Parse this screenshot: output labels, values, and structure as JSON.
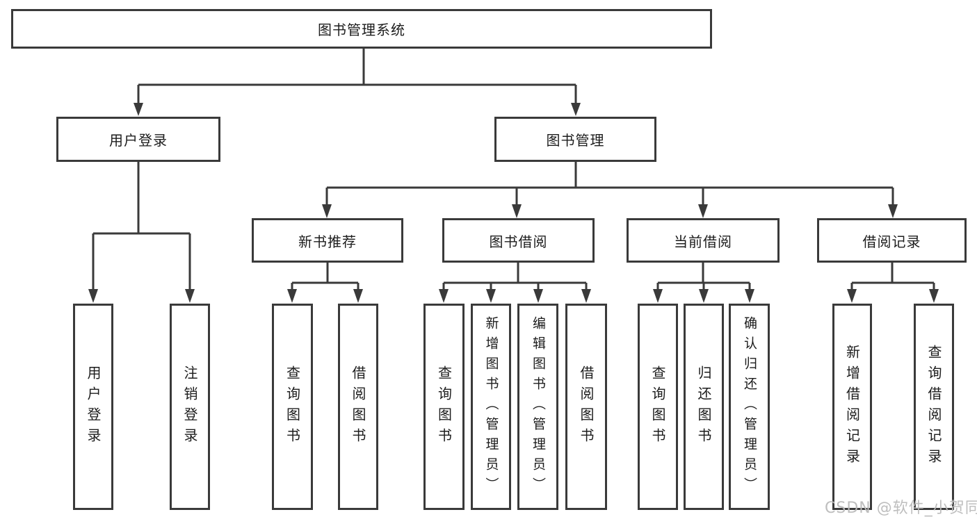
{
  "tree": {
    "label": "图书管理系统",
    "children": [
      {
        "label": "用户登录",
        "children": [
          {
            "label": "用户登录"
          },
          {
            "label": "注销登录"
          }
        ]
      },
      {
        "label": "图书管理",
        "children": [
          {
            "label": "新书推荐",
            "children": [
              {
                "label": "查询图书"
              },
              {
                "label": "借阅图书"
              }
            ]
          },
          {
            "label": "图书借阅",
            "children": [
              {
                "label": "查询图书"
              },
              {
                "label": "新增图书（管理员）"
              },
              {
                "label": "编辑图书（管理员）"
              },
              {
                "label": "借阅图书"
              }
            ]
          },
          {
            "label": "当前借阅",
            "children": [
              {
                "label": "查询图书"
              },
              {
                "label": "归还图书"
              },
              {
                "label": "确认归还（管理员）"
              }
            ]
          },
          {
            "label": "借阅记录",
            "children": [
              {
                "label": "新增借阅记录"
              },
              {
                "label": "查询借阅记录"
              }
            ]
          }
        ]
      }
    ]
  },
  "watermark": {
    "text": "CSDN @软件_小贺同学"
  },
  "colors": {
    "line": "#3a3a3a",
    "box_border": "#3a3a3a",
    "box_fill": "#ffffff",
    "text": "#1c1c1c",
    "watermark": "#bababa",
    "background": "#ffffff"
  }
}
